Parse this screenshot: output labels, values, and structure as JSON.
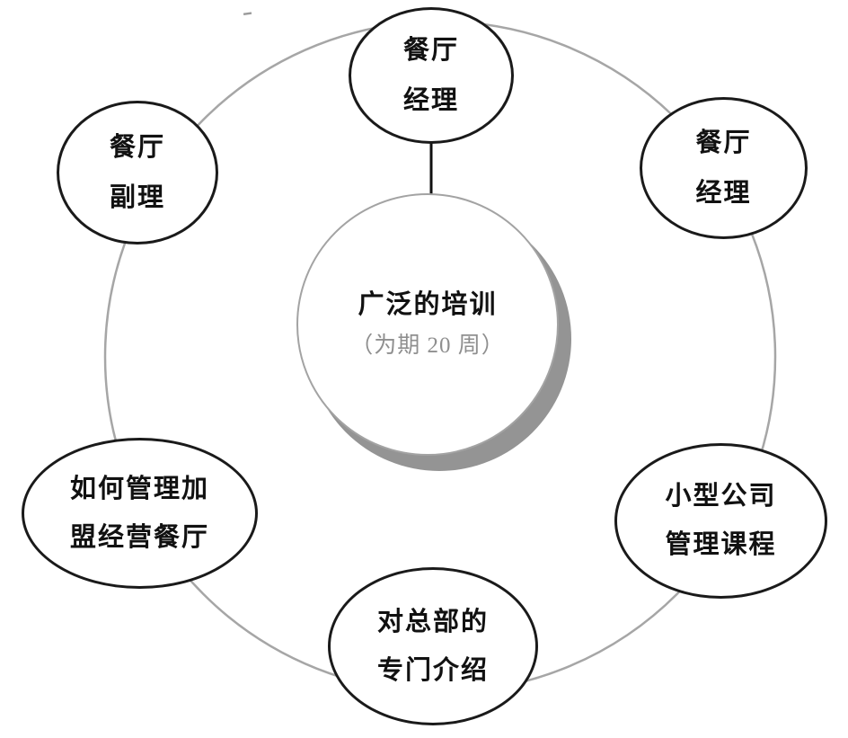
{
  "center": {
    "title": "广泛的培训",
    "subtitle": "（为期 20 周）"
  },
  "nodes": [
    {
      "id": "restaurant-manager-top",
      "lines": [
        "餐厅",
        "经理"
      ]
    },
    {
      "id": "restaurant-deputy-manager",
      "lines": [
        "餐厅",
        "副理"
      ]
    },
    {
      "id": "restaurant-manager-right",
      "lines": [
        "餐厅",
        "经理"
      ]
    },
    {
      "id": "franchise-management",
      "lines": [
        "如何管理加",
        "盟经营餐厅"
      ]
    },
    {
      "id": "small-company-course",
      "lines": [
        "小型公司",
        "管理课程"
      ]
    },
    {
      "id": "headquarters-introduction",
      "lines": [
        "对总部的",
        "专门介绍"
      ]
    }
  ],
  "colors": {
    "node_border": "#1a1a1a",
    "outer_ring": "#a6a6a6",
    "center_border": "#a3a3a3",
    "center_shadow": "#949494",
    "subtitle_text": "#8f8f8f",
    "text": "#111111"
  }
}
